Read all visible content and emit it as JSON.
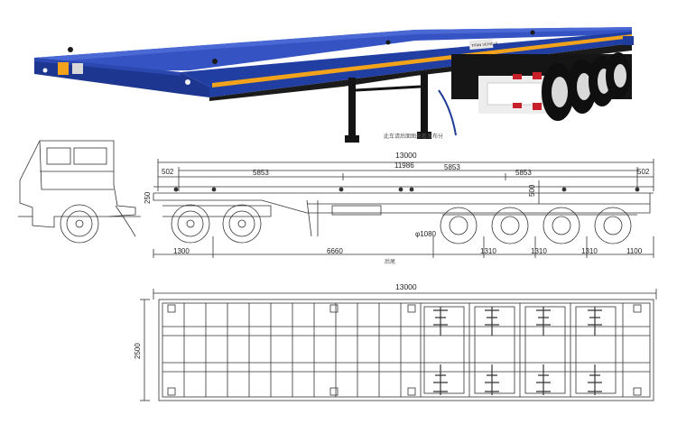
{
  "photo": {
    "logo_text": "TITAN VEHICLE",
    "plate_text": "TITAN VEHICLE",
    "chinese_note": "此车请后面图来看发布分",
    "colors": {
      "deck": "#1f3c9a",
      "deck_top": "#3a5ac8",
      "stripe": "#f2a31b",
      "chassis": "#141414"
    }
  },
  "side_view": {
    "dims": {
      "overall": "13000",
      "wheelbase_span": "11986",
      "front_offset": "502",
      "rear_offset": "502",
      "twistlock_1": "5853",
      "twistlock_2": "5853",
      "twistlock_3": "5853",
      "deck_height": "250",
      "side_height": "500",
      "kingpin_to_axle": "1300",
      "body_length": "6660",
      "axle_spacing_1": "1310",
      "axle_spacing_2": "1310",
      "axle_spacing_3": "1310",
      "rear_overhang": "1100",
      "wheel_diameter": "φ1080"
    },
    "caption": "后尾"
  },
  "top_view": {
    "dims": {
      "length": "13000",
      "width": "2500"
    }
  }
}
